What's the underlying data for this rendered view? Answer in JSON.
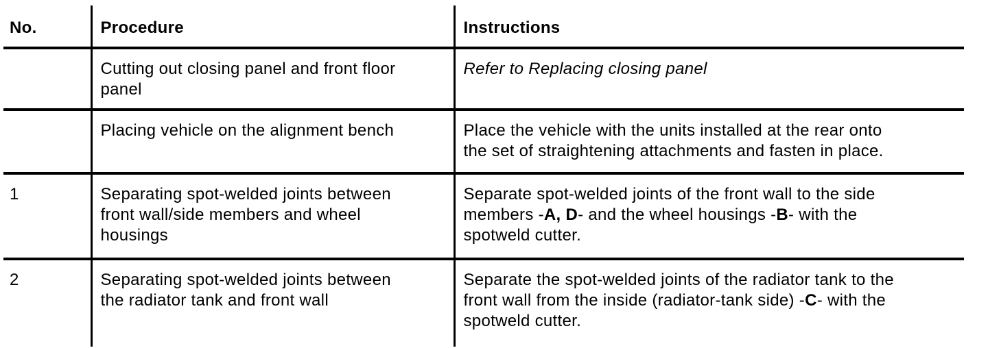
{
  "page": {
    "background": "#ffffff"
  },
  "colors": {
    "text": "#000000",
    "border": "#000000"
  },
  "table": {
    "columns": [
      {
        "label": "No."
      },
      {
        "label": "Procedure"
      },
      {
        "label": "Instructions"
      }
    ],
    "rows": [
      {
        "no": "",
        "procedure": [
          {
            "text": "Cutting out closing panel and front floor\npanel"
          }
        ],
        "instructions": [
          {
            "text": "Refer to ",
            "italic": true
          },
          {
            "text": "Replacing closing panel",
            "italic": true
          }
        ]
      },
      {
        "no": "",
        "procedure": [
          {
            "text": "Placing vehicle on the alignment bench"
          }
        ],
        "instructions": [
          {
            "text": "Place the vehicle with the units installed at the rear onto\nthe set of straightening attachments and fasten in place."
          }
        ]
      },
      {
        "no": "1",
        "procedure": [
          {
            "text": "Separating spot-welded joints between\nfront wall/side members and wheel\nhousings"
          }
        ],
        "instructions": [
          {
            "text": "Separate spot-welded joints of the front wall to the side\nmembers -"
          },
          {
            "text": "A, D",
            "bold": true
          },
          {
            "text": "- and the wheel housings -"
          },
          {
            "text": "B",
            "bold": true
          },
          {
            "text": "- with the\nspotweld cutter."
          }
        ]
      },
      {
        "no": "2",
        "procedure": [
          {
            "text": "Separating spot-welded joints between\nthe radiator tank and front wall"
          }
        ],
        "instructions": [
          {
            "text": "Separate the spot-welded joints of the radiator tank to the\nfront wall from the inside (radiator-tank side) -"
          },
          {
            "text": "C",
            "bold": true
          },
          {
            "text": "- with the\nspotweld cutter."
          }
        ]
      }
    ]
  }
}
